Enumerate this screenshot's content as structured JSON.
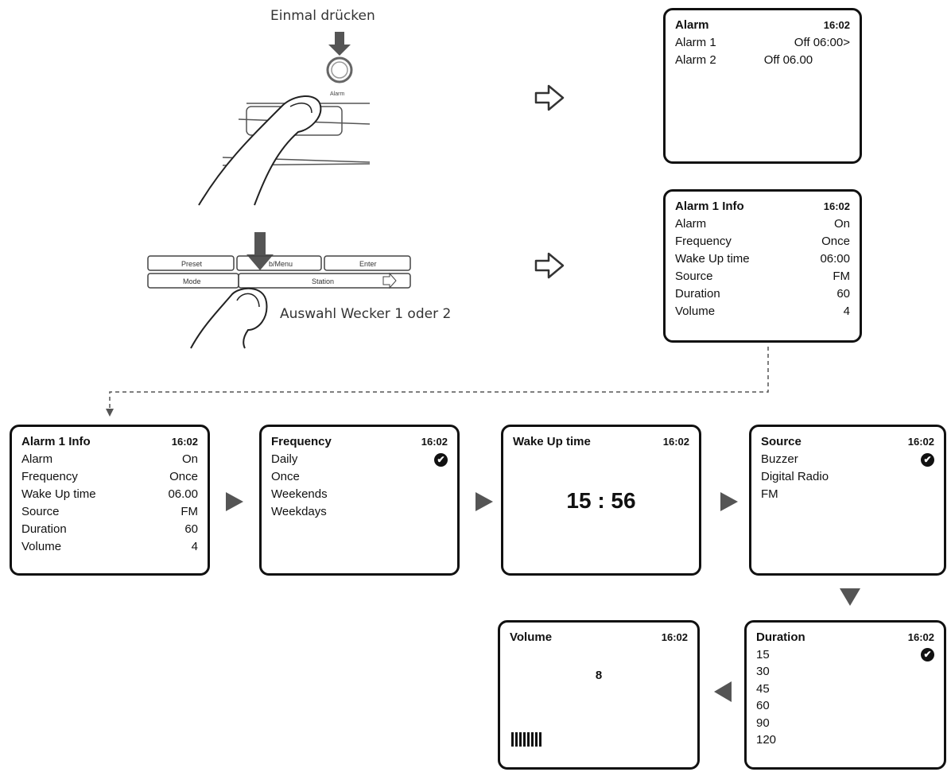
{
  "captions": {
    "press_once": "Einmal drücken",
    "select_alarm": "Auswahl Wecker 1 oder 2"
  },
  "device": {
    "alarm_button_label": "Alarm",
    "buttons_top": [
      "Preset",
      "b/Menu",
      "Enter"
    ],
    "buttons_bottom": [
      "Mode",
      "Station"
    ]
  },
  "screen_alarm": {
    "title": "Alarm",
    "time": "16:02",
    "rows": [
      {
        "label": "Alarm 1",
        "value": "Off  06:00>"
      },
      {
        "label": "Alarm 2",
        "value": "Off 06.00"
      }
    ]
  },
  "screen_alarm1_info_top": {
    "title": "Alarm 1 Info",
    "time": "16:02",
    "rows": [
      {
        "label": "Alarm",
        "value": "On"
      },
      {
        "label": "Frequency",
        "value": "Once"
      },
      {
        "label": "Wake Up time",
        "value": "06:00"
      },
      {
        "label": "Source",
        "value": "FM"
      },
      {
        "label": "Duration",
        "value": "60"
      },
      {
        "label": "Volume",
        "value": "4"
      }
    ]
  },
  "screen_alarm1_info": {
    "title": "Alarm 1 Info",
    "time": "16:02",
    "rows": [
      {
        "label": "Alarm",
        "value": "On"
      },
      {
        "label": "Frequency",
        "value": "Once"
      },
      {
        "label": "Wake Up time",
        "value": "06.00"
      },
      {
        "label": "Source",
        "value": "FM"
      },
      {
        "label": "Duration",
        "value": "60"
      },
      {
        "label": "Volume",
        "value": "4"
      }
    ]
  },
  "screen_frequency": {
    "title": "Frequency",
    "time": "16:02",
    "options": [
      "Daily",
      "Once",
      "Weekends",
      "Weekdays"
    ],
    "checked_index": 0
  },
  "screen_wakeup": {
    "title": "Wake Up time",
    "time": "16:02",
    "value": "15 : 56"
  },
  "screen_source": {
    "title": "Source",
    "time": "16:02",
    "options": [
      "Buzzer",
      "Digital Radio",
      "FM"
    ],
    "checked_index": 0
  },
  "screen_duration": {
    "title": "Duration",
    "time": "16:02",
    "options": [
      "15",
      "30",
      "45",
      "60",
      "90",
      "120"
    ],
    "checked_index": 0
  },
  "screen_volume": {
    "title": "Volume",
    "time": "16:02",
    "value": "8",
    "level": 8
  },
  "check_symbol": "✔",
  "colors": {
    "ink": "#111111",
    "arrow_fill": "#555555"
  }
}
